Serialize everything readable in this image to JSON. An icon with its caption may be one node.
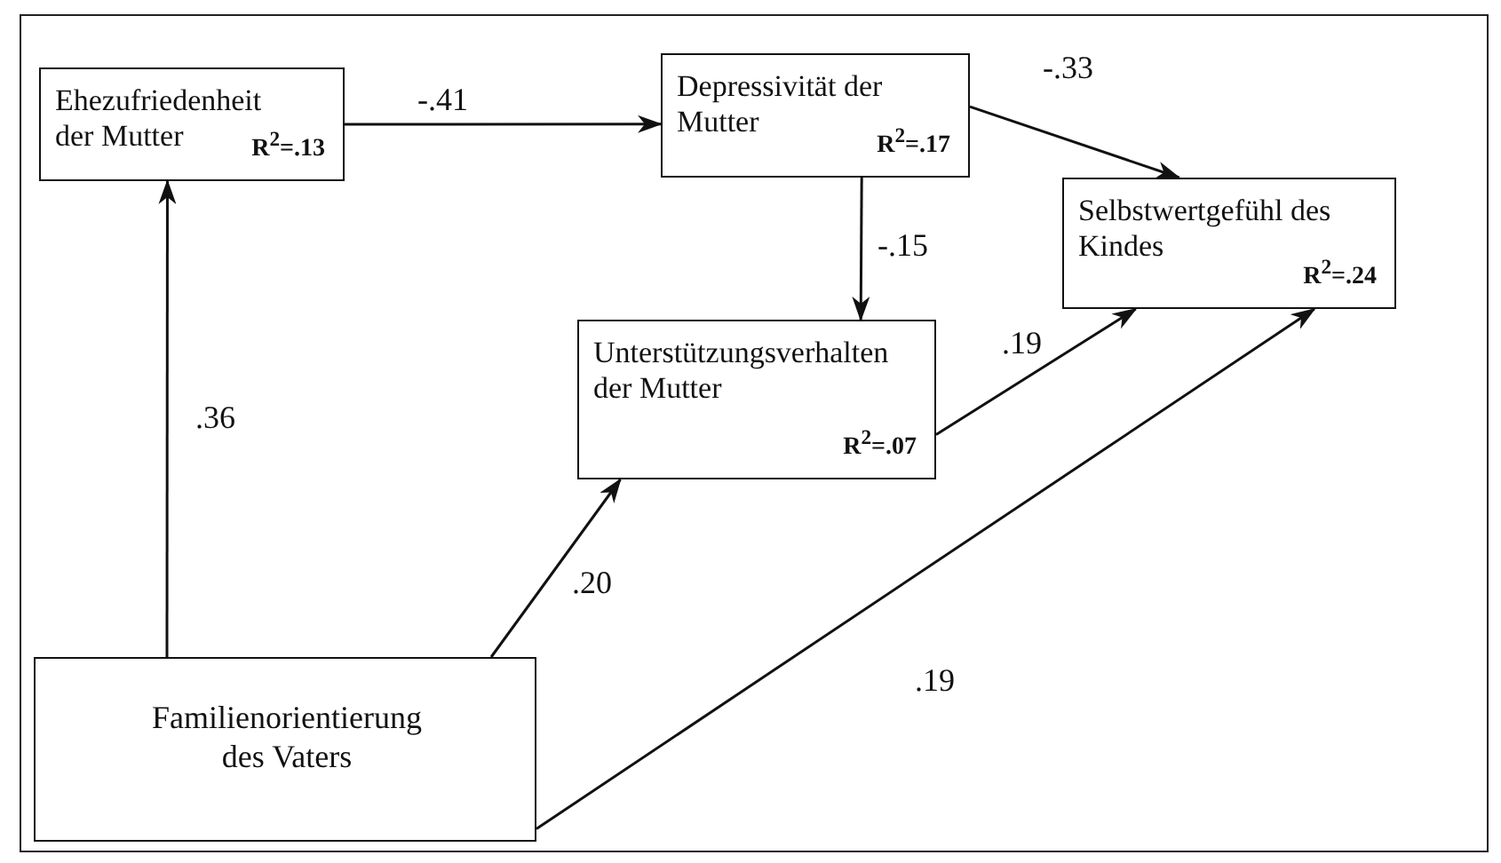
{
  "diagram": {
    "nodes": [
      {
        "text": [
          "Ehezufriedenheit der Mutter",
          "R$^{2}$=.13"
        ]
      },
      {
        "text": [
          "Depressivität der Mutter",
          "R$^{2}$=.17"
        ]
      },
      {
        "text": [
          "Selbstwertgefühl des Kindes",
          "R$^{2}$=.24"
        ]
      },
      {
        "text": [
          "Unterstützungsverhalten der Mutter",
          "R$^{2}$=.07"
        ]
      },
      {
        "text": [
          "Familienorientierung des Vaters"
        ]
      }
    ],
    "edges": [
      {
        "from": 0,
        "to": 1,
        "arrow": "to",
        "label": "-.41"
      },
      {
        "from": 1,
        "to": 2,
        "arrow": "to",
        "label": "-.33"
      },
      {
        "from": 1,
        "to": 3,
        "arrow": "to",
        "label": "-.15"
      },
      {
        "from": 4,
        "to": 0,
        "arrow": "to",
        "label": ".36"
      },
      {
        "from": 4,
        "to": 3,
        "arrow": "to",
        "label": ".20"
      },
      {
        "from": 3,
        "to": 2,
        "arrow": "to",
        "label": ".19"
      },
      {
        "from": 4,
        "to": 2,
        "arrow": "to",
        "label": ".19"
      }
    ]
  }
}
